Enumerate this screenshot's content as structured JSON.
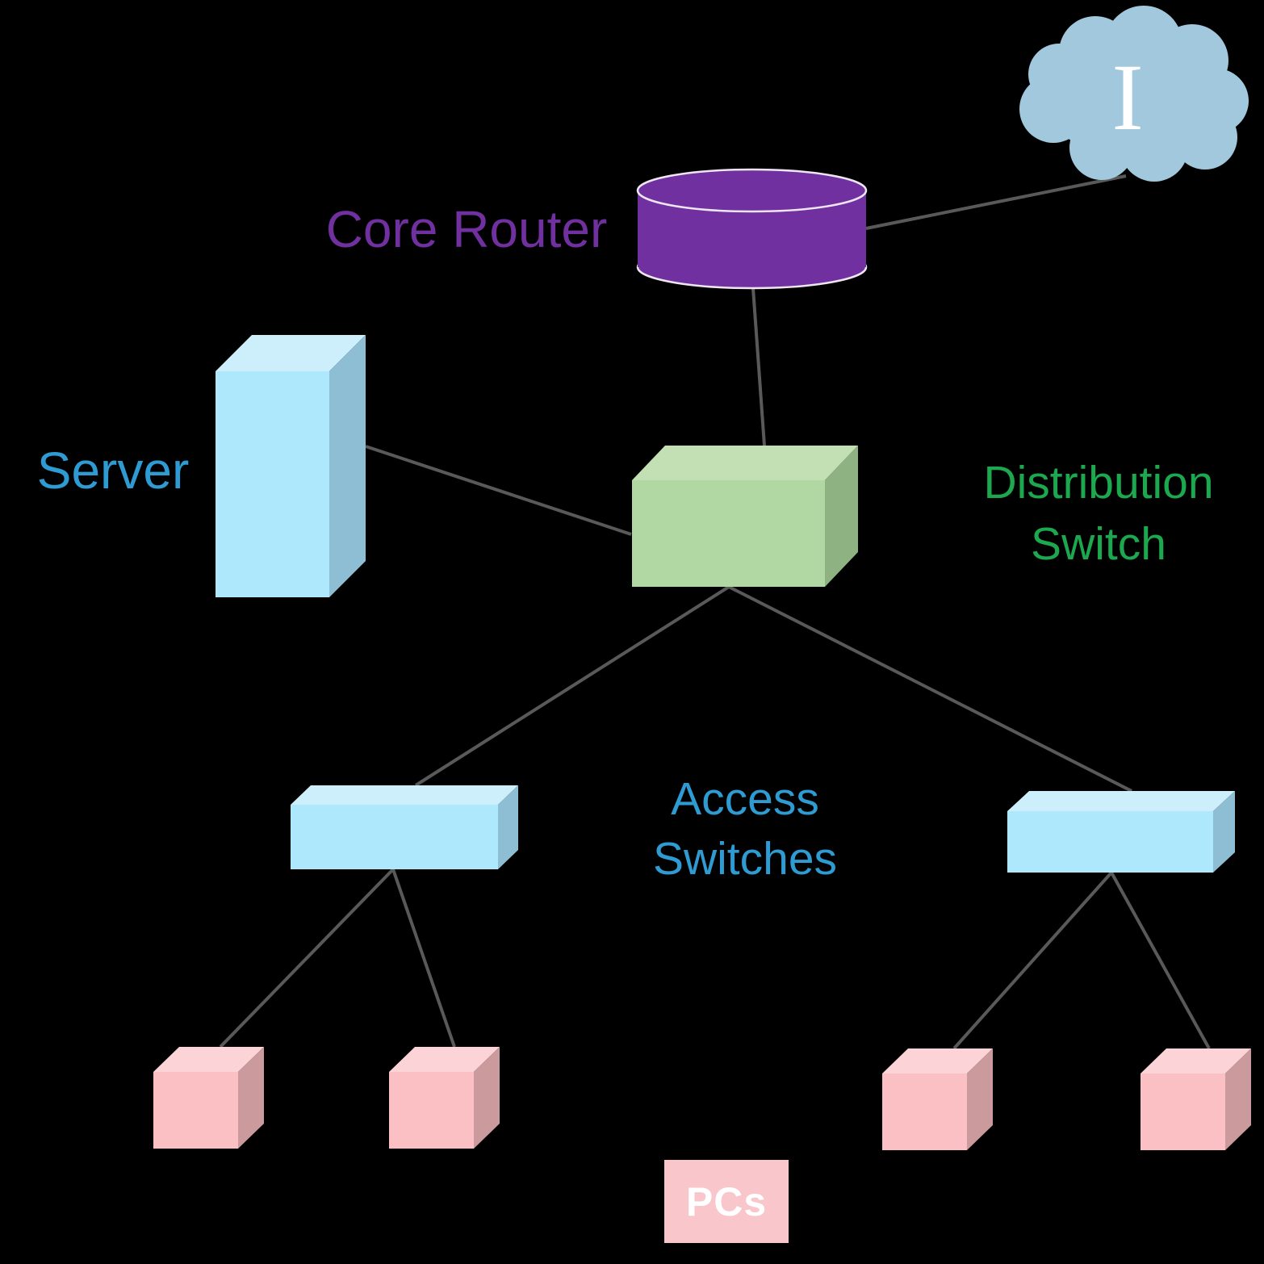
{
  "diagram": {
    "type": "network-topology",
    "nodes": {
      "internet_cloud": {
        "label": "I"
      },
      "core_router": {
        "label": "Core Router"
      },
      "server": {
        "label": "Server"
      },
      "distribution_switch": {
        "label_line1": "Distribution",
        "label_line2": "Switch"
      },
      "access_switches": {
        "label_line1": "Access",
        "label_line2": "Switches"
      },
      "pcs": {
        "label": "PCs",
        "count": 4
      }
    },
    "connections": [
      {
        "from": "core-router",
        "to": "internet-cloud"
      },
      {
        "from": "core-router",
        "to": "distribution-switch"
      },
      {
        "from": "server",
        "to": "distribution-switch"
      },
      {
        "from": "distribution-switch",
        "to": "access-switch-left"
      },
      {
        "from": "distribution-switch",
        "to": "access-switch-right"
      },
      {
        "from": "access-switch-left",
        "to": "pc-1"
      },
      {
        "from": "access-switch-left",
        "to": "pc-2"
      },
      {
        "from": "access-switch-right",
        "to": "pc-3"
      },
      {
        "from": "access-switch-right",
        "to": "pc-4"
      }
    ],
    "colors": {
      "background": "#000000",
      "line": "#595959",
      "cloud_fill": "#a1c8dc",
      "cloud_letter": "#ffffff",
      "router_fill": "#7030a0",
      "router_rim": "#eee6f3",
      "router_label": "#7030a0",
      "server_label": "#2e9bd2",
      "distribution_label": "#1ca84e",
      "access_label": "#2e9bd2",
      "blue_front": "#ade8fd",
      "blue_top": "#cdeffc",
      "blue_side": "#8ebed3",
      "green_front": "#b1d8a3",
      "green_top": "#c3e0b4",
      "green_side": "#8fb283",
      "pink_front": "#fac0c4",
      "pink_top": "#fcd3d6",
      "pink_side": "#cb9a9c",
      "pcs_label_bg": "#f9c6cb",
      "pcs_label_text": "#ffffff"
    }
  }
}
